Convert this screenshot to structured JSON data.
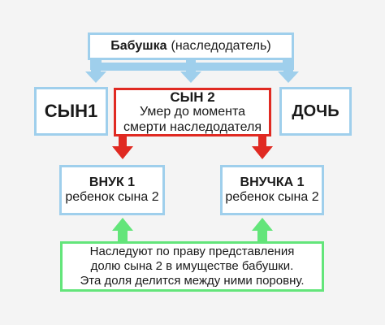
{
  "root": {
    "title": "Бабушка",
    "subtitle": "(наследодатель)"
  },
  "son1": {
    "title": "СЫН1"
  },
  "son2": {
    "title": "СЫН 2",
    "line1": "Умер до момента",
    "line2": "смерти наследодателя"
  },
  "daughter": {
    "title": "ДОЧЬ"
  },
  "grandson": {
    "title": "ВНУК 1",
    "subtitle": "ребенок сына 2"
  },
  "granddaughter": {
    "title": "ВНУЧКА 1",
    "subtitle": "ребенок сына 2"
  },
  "note": {
    "line1": "Наследуют по праву представления",
    "line2": "долю сына 2 в имуществе бабушки.",
    "line3": "Эта доля делится между ними поровну."
  },
  "colors": {
    "blue": "#9fcfec",
    "red": "#e02a22",
    "green": "#63e57a"
  }
}
